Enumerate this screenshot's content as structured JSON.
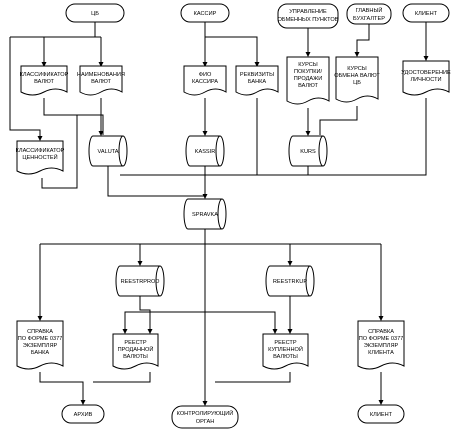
{
  "sources": {
    "cb": "ЦБ",
    "cashier": "КАССИР",
    "exchange_mgmt": [
      "УПРАВЛЕНИЕ",
      "ОБМЕННЫХ ПУНКТОВ"
    ],
    "chief_accountant": [
      "ГЛАВНЫЙ",
      "БУХГАЛТЕР"
    ],
    "client": "КЛИЕНТ"
  },
  "documents": {
    "currency_classifier": [
      "КЛАССИФИКАТОР",
      "ВАЛЮТ"
    ],
    "currency_names": [
      "НАИМЕНОВАНИЯ",
      "ВАЛЮТ"
    ],
    "cashier_name": [
      "ФИО",
      "КАССИРА"
    ],
    "bank_details": [
      "РЕКВИЗИТЫ",
      "БАНКА"
    ],
    "buy_sell_rates": [
      "КУРСЫ",
      "ПОКУПКИ/",
      "ПРОДАЖИ",
      "ВАЛЮТ"
    ],
    "cb_rates": [
      "КУРСЫ",
      "ОБМЕНА ВАЛЮТ",
      "ЦБ"
    ],
    "id_document": [
      "УДОСТОВЕРЕНИЕ",
      "ЛИЧНОСТИ"
    ],
    "values_classifier": [
      "КЛАССИФИКАТОР",
      "ЦЕННОСТЕЙ"
    ],
    "bank_certificate": [
      "СПРАВКА",
      "ПО ФОРМЕ 0377",
      "ЭКЗЕМПЛЯР",
      "БАНКА"
    ],
    "sold_register": [
      "РЕЕСТР",
      "ПРОДАННОЙ",
      "ВАЛЮТЫ"
    ],
    "bought_register": [
      "РЕЕСТР",
      "КУПЛЕННОЙ",
      "ВАЛЮТЫ"
    ],
    "client_certificate": [
      "СПРАВКА",
      "ПО ФОРМЕ 0377",
      "ЭКЗЕМПЛЯР",
      "КЛИЕНТА"
    ]
  },
  "stores": {
    "valuta": "VALUTA",
    "kassir": "KASSIR",
    "kurs": "KURS",
    "spravka": "SPRAVKA",
    "reestr_prod": "REESTRPROD",
    "reestr_kup": "REESTRKUP"
  },
  "outputs": {
    "archive": "АРХИВ",
    "control_body": [
      "КОНТРОЛИРУЮЩИЙ",
      "ОРГАН"
    ],
    "client_out": "КЛИЕНТ"
  }
}
